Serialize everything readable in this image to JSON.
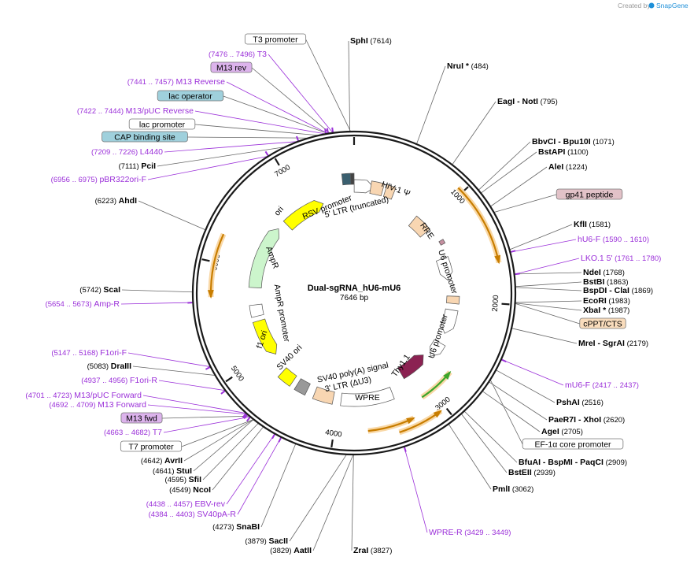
{
  "credit": {
    "prefix": "Created by",
    "brand": "SnapGene"
  },
  "plasmid": {
    "name": "Dual-sgRNA_hU6-mU6",
    "size": "7646 bp"
  },
  "ticks": [
    "1000",
    "2000",
    "3000",
    "4000",
    "5000",
    "6000",
    "7000"
  ],
  "sites_right": [
    {
      "name": "SphI",
      "pos": "(7614)"
    },
    {
      "name": "NruI *",
      "pos": "(484)"
    },
    {
      "name": "EagI",
      "name2": "- NotI",
      "pos": "(795)"
    },
    {
      "name": "BbvCI",
      "name2": "- Bpu10I",
      "pos": "(1071)"
    },
    {
      "name": "BstAPI",
      "pos": "(1100)"
    },
    {
      "name": "AleI",
      "pos": "(1224)"
    },
    {
      "name": "KflI",
      "pos": "(1581)"
    },
    {
      "name": "NdeI",
      "pos": "(1768)"
    },
    {
      "name": "BstBI",
      "pos": "(1863)"
    },
    {
      "name": "BspDI",
      "name2": "- ClaI",
      "pos": "(1869)"
    },
    {
      "name": "EcoRI",
      "pos": "(1983)"
    },
    {
      "name": "XbaI *",
      "pos": "(1987)"
    },
    {
      "name": "MreI",
      "name2": "- SgrAI",
      "pos": "(2179)"
    },
    {
      "name": "PshAI",
      "pos": "(2516)"
    },
    {
      "name": "PaeR7I",
      "name2": "- XhoI",
      "pos": "(2620)"
    },
    {
      "name": "AgeI",
      "pos": "(2705)"
    },
    {
      "name": "BfuAI",
      "name2": "- BspMI",
      "name3": "- PaqCI",
      "pos": "(2909)"
    },
    {
      "name": "BstEII",
      "pos": "(2939)"
    },
    {
      "name": "PmlI",
      "pos": "(3062)"
    },
    {
      "name": "ZraI",
      "pos": "(3827)"
    }
  ],
  "sites_left": [
    {
      "name": "PciI",
      "pos": "(7111)"
    },
    {
      "name": "AhdI",
      "pos": "(6223)"
    },
    {
      "name": "ScaI",
      "pos": "(5742)"
    },
    {
      "name": "DraIII",
      "pos": "(5083)"
    },
    {
      "name": "AvrII",
      "pos": "(4642)"
    },
    {
      "name": "StuI",
      "pos": "(4641)"
    },
    {
      "name": "SfiI",
      "pos": "(4595)"
    },
    {
      "name": "NcoI",
      "pos": "(4549)"
    },
    {
      "name": "SnaBI",
      "pos": "(4273)"
    },
    {
      "name": "SacII",
      "pos": "(3879)"
    },
    {
      "name": "AatII",
      "pos": "(3829)"
    }
  ],
  "primers": [
    {
      "name": "T3",
      "range": "(7476 .. 7496)"
    },
    {
      "name": "M13 Reverse",
      "range": "(7441 .. 7457)"
    },
    {
      "name": "M13/pUC Reverse",
      "range": "(7422 .. 7444)"
    },
    {
      "name": "L4440",
      "range": "(7209 .. 7226)"
    },
    {
      "name": "pBR322ori-F",
      "range": "(6956 .. 6975)"
    },
    {
      "name": "Amp-R",
      "range": "(5654 .. 5673)"
    },
    {
      "name": "F1ori-F",
      "range": "(5147 .. 5168)"
    },
    {
      "name": "F1ori-R",
      "range": "(4937 .. 4956)"
    },
    {
      "name": "M13/pUC Forward",
      "range": "(4701 .. 4723)"
    },
    {
      "name": "M13 Forward",
      "range": "(4692 .. 4709)"
    },
    {
      "name": "T7",
      "range": "(4663 .. 4682)"
    },
    {
      "name": "EBV-rev",
      "range": "(4438 .. 4457)"
    },
    {
      "name": "SV40pA-R",
      "range": "(4384 .. 4403)"
    },
    {
      "name": "WPRE-R",
      "range": "(3429 .. 3449)"
    },
    {
      "name": "hU6-F",
      "range": "(1590 .. 1610)"
    },
    {
      "name": "LKO.1 5'",
      "range": "(1761 .. 1780)"
    },
    {
      "name": "mU6-F",
      "range": "(2417 .. 2437)"
    }
  ],
  "boxed": [
    {
      "name": "T3 promoter"
    },
    {
      "name": "M13 rev"
    },
    {
      "name": "lac operator"
    },
    {
      "name": "lac promoter"
    },
    {
      "name": "CAP binding site"
    },
    {
      "name": "gp41 peptide"
    },
    {
      "name": "cPPT/CTS"
    },
    {
      "name": "EF-1α core promoter"
    },
    {
      "name": "M13 fwd"
    },
    {
      "name": "T7 promoter"
    }
  ],
  "features": [
    {
      "name": "RSV promoter"
    },
    {
      "name": "5' LTR (truncated)"
    },
    {
      "name": "HIV-1 Ψ"
    },
    {
      "name": "RRE"
    },
    {
      "name": "U6 promoter",
      "id": "hu6"
    },
    {
      "name": "U6 promoter",
      "id": "mu6"
    },
    {
      "name": "Thy1.1"
    },
    {
      "name": "WPRE"
    },
    {
      "name": "3' LTR (ΔU3)"
    },
    {
      "name": "SV40 poly(A) signal"
    },
    {
      "name": "SV40 ori"
    },
    {
      "name": "f1 ori"
    },
    {
      "name": "AmpR promoter"
    },
    {
      "name": "AmpR"
    },
    {
      "name": "ori"
    }
  ],
  "colors": {
    "backbone": "#1a1a1a",
    "ori": "#ffff00",
    "ampr": "#ccf5cc",
    "orf_orange": "#f8d6b2",
    "thy11": "#8b2252",
    "primer": "#9b30d9",
    "blue_box": "#9fd0dc",
    "purple_box": "#dcb3ec",
    "pink_box": "#e2c2c8",
    "peach_box": "#f9dcbc",
    "orange_orf": "#c87d00"
  }
}
